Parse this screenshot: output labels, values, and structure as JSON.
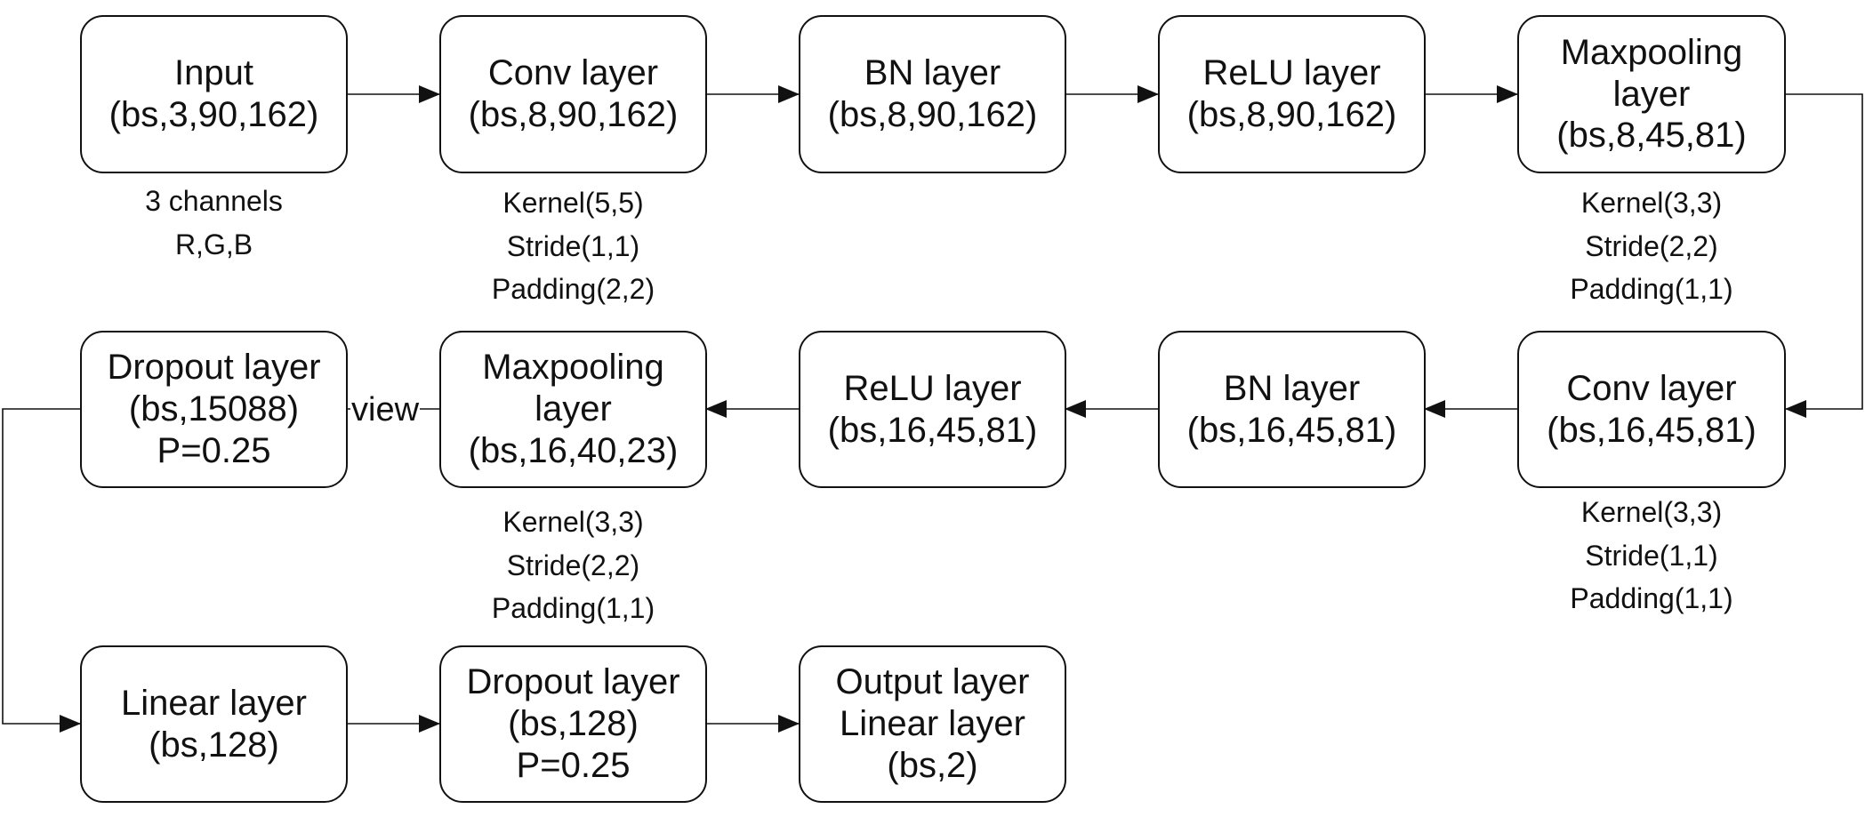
{
  "nodes": {
    "input": [
      "Input",
      "(bs,3,90,162)"
    ],
    "conv1": [
      "Conv layer",
      "(bs,8,90,162)"
    ],
    "bn1": [
      "BN layer",
      "(bs,8,90,162)"
    ],
    "relu1": [
      "ReLU layer",
      "(bs,8,90,162)"
    ],
    "pool1": [
      "Maxpooling",
      "layer",
      "(bs,8,45,81)"
    ],
    "conv2": [
      "Conv layer",
      "(bs,16,45,81)"
    ],
    "bn2": [
      "BN layer",
      "(bs,16,45,81)"
    ],
    "relu2": [
      "ReLU layer",
      "(bs,16,45,81)"
    ],
    "pool2": [
      "Maxpooling",
      "layer",
      "(bs,16,40,23)"
    ],
    "dropout1": [
      "Dropout layer",
      "(bs,15088)",
      "P=0.25"
    ],
    "linear": [
      "Linear layer",
      "(bs,128)"
    ],
    "dropout2": [
      "Dropout layer",
      "(bs,128)",
      "P=0.25"
    ],
    "output": [
      "Output layer",
      "Linear layer",
      "(bs,2)"
    ]
  },
  "notes": {
    "input": [
      "3 channels",
      "R,G,B"
    ],
    "conv1": [
      "Kernel(5,5)",
      "Stride(1,1)",
      "Padding(2,2)"
    ],
    "pool1": [
      "Kernel(3,3)",
      "Stride(2,2)",
      "Padding(1,1)"
    ],
    "conv2": [
      "Kernel(3,3)",
      "Stride(1,1)",
      "Padding(1,1)"
    ],
    "pool2": [
      "Kernel(3,3)",
      "Stride(2,2)",
      "Padding(1,1)"
    ]
  },
  "edge_labels": {
    "view": "view"
  }
}
